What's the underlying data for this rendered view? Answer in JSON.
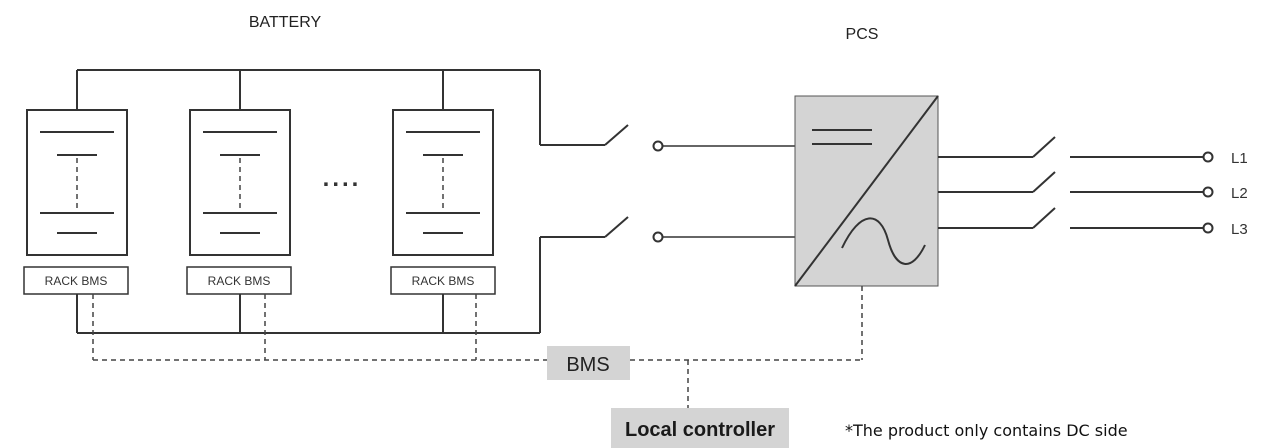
{
  "battery": {
    "title": "BATTERY",
    "ellipsis": "....",
    "racks": [
      {
        "label": "RACK BMS"
      },
      {
        "label": "RACK BMS"
      },
      {
        "label": "RACK BMS"
      }
    ]
  },
  "pcs": {
    "title": "PCS"
  },
  "bms": {
    "label": "BMS"
  },
  "local_controller": {
    "label": "Local controller"
  },
  "outputs": [
    "L1",
    "L2",
    "L3"
  ],
  "note": "*The product only contains DC side",
  "colors": {
    "box_fill": "#d4d4d4",
    "line": "#333333"
  }
}
